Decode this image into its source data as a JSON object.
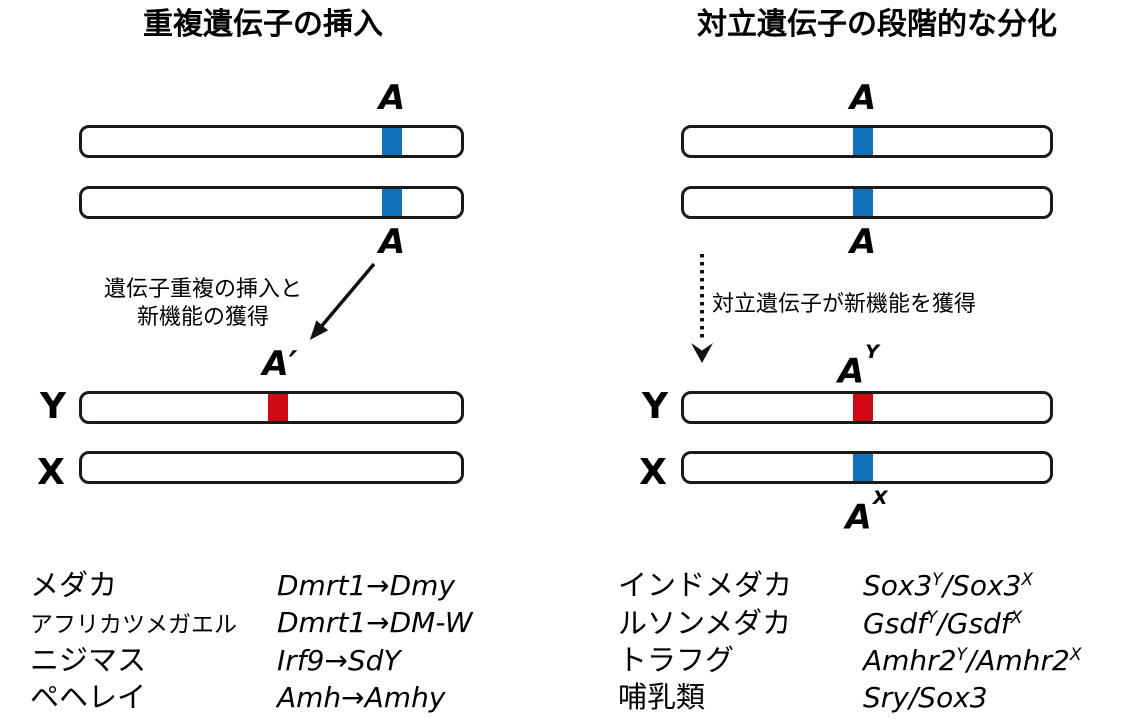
{
  "colors": {
    "allele_blue": "#1272b9",
    "new_gene_red": "#d00a14",
    "chromosome_outline": "#1a1a1a"
  },
  "left_panel": {
    "title": "重複遺伝子の挿入",
    "allele_label_top": "A",
    "allele_label_mid": "A",
    "arrow_note_line1": "遺伝子重複の挿入と",
    "arrow_note_line2": "新機能の獲得",
    "new_allele_label": "A′",
    "y_axis_label": "Y",
    "x_axis_label": "X",
    "examples": [
      {
        "species": "メダカ",
        "genes": "Dmrt1→Dmy"
      },
      {
        "species": "アフリカツメガエル",
        "genes": "Dmrt1→DM-W"
      },
      {
        "species": "ニジマス",
        "genes": "Irf9→SdY"
      },
      {
        "species": "ペヘレイ",
        "genes": "Amh→Amhy"
      }
    ]
  },
  "right_panel": {
    "title": "対立遺伝子の段階的な分化",
    "allele_label_top": "A",
    "allele_label_mid": "A",
    "arrow_note": "対立遺伝子が新機能を獲得",
    "y_allele": {
      "base": "A",
      "sup": "Y"
    },
    "x_allele": {
      "base": "A",
      "sup": "X"
    },
    "y_axis_label": "Y",
    "x_axis_label": "X",
    "examples": [
      {
        "species": "インドメダカ",
        "gene_segments": [
          {
            "t": "Sox3"
          },
          {
            "t": "Y"
          },
          {
            "t": "/Sox3"
          },
          {
            "t": "X"
          }
        ]
      },
      {
        "species": "ルソンメダカ",
        "gene_segments": [
          {
            "t": "Gsdf"
          },
          {
            "t": "Y"
          },
          {
            "t": "/Gsdf"
          },
          {
            "t": "X"
          }
        ]
      },
      {
        "species": "トラフグ",
        "gene_segments": [
          {
            "t": "Amhr2"
          },
          {
            "t": "Y"
          },
          {
            "t": "/Amhr2"
          },
          {
            "t": "X"
          }
        ]
      },
      {
        "species": "哺乳類",
        "gene_segments": [
          {
            "t": "Sry/Sox3"
          }
        ]
      }
    ]
  }
}
